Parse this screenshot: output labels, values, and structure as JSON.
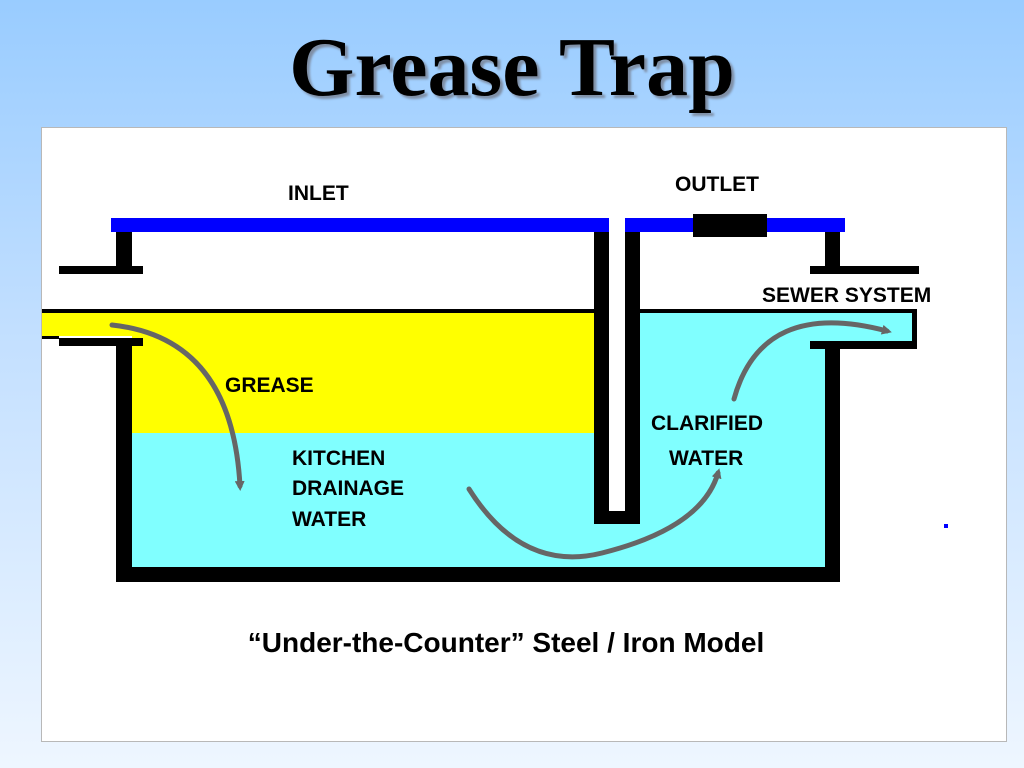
{
  "slide": {
    "title": "Grease Trap"
  },
  "diagram": {
    "labels": {
      "inlet": "INLET",
      "outlet": "OUTLET",
      "sewer_system": "SEWER SYSTEM",
      "grease": "GREASE",
      "kitchen_drainage_water": [
        "KITCHEN",
        "DRAINAGE",
        "WATER"
      ],
      "clarified_water": [
        "CLARIFIED",
        "WATER"
      ]
    },
    "caption": "“Under-the-Counter” Steel / Iron Model"
  },
  "colors": {
    "grease": "#ffff00",
    "water": "#80ffff",
    "lid": "#0000ff",
    "tank_wall": "#000000",
    "flow_arrow": "#666666"
  }
}
